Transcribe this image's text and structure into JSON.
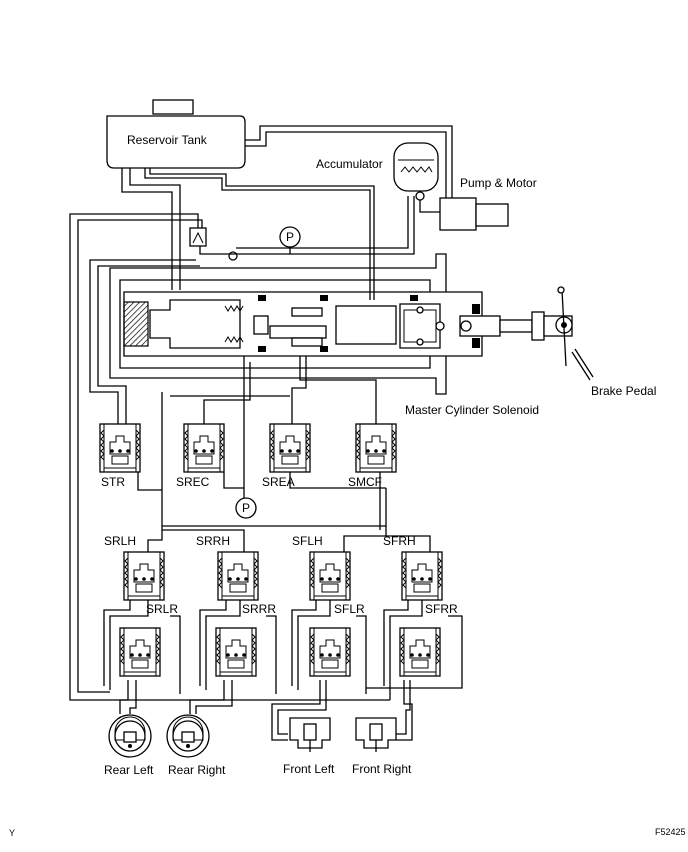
{
  "labels": {
    "reservoir_tank": "Reservoir Tank",
    "accumulator": "Accumulator",
    "pump_motor": "Pump & Motor",
    "brake_pedal": "Brake Pedal",
    "master_cylinder_solenoid": "Master Cylinder Solenoid",
    "pressure_sensor": "P",
    "valves": {
      "str": "STR",
      "srec": "SREC",
      "srea": "SREA",
      "smcf": "SMCF",
      "srlh": "SRLH",
      "srrh": "SRRH",
      "sflh": "SFLH",
      "sfrh": "SFRH",
      "srlr": "SRLR",
      "srrr": "SRRR",
      "sflr": "SFLR",
      "sfrr": "SFRR"
    },
    "wheels": {
      "rear_left": "Rear Left",
      "rear_right": "Rear Right",
      "front_left": "Front Left",
      "front_right": "Front Right"
    }
  },
  "footer": {
    "left_code": "Y",
    "figure_code": "F52425"
  }
}
